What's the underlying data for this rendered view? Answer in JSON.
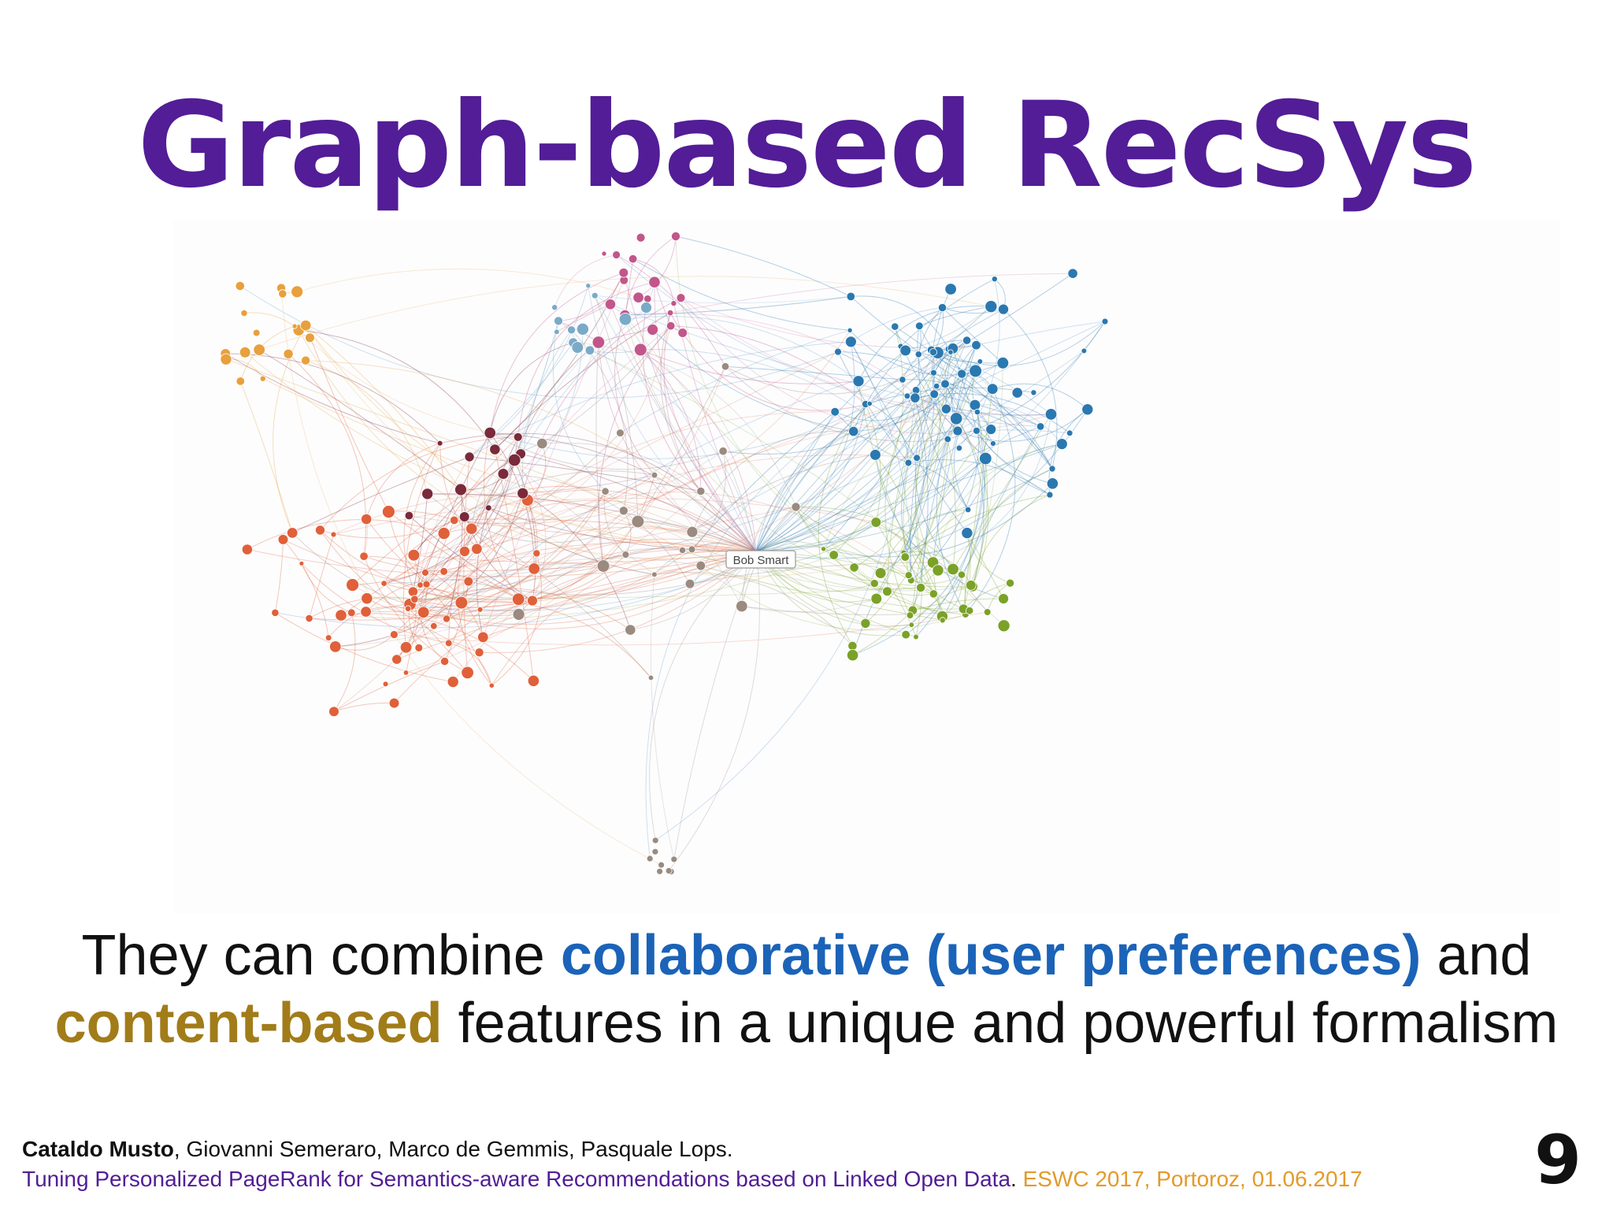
{
  "slide": {
    "title": "Graph-based RecSys",
    "graph_label": "Bob Smart",
    "caption": {
      "part1": "They can combine ",
      "collaborative": "collaborative (user preferences)",
      "part2": " and",
      "content_based": "content-based",
      "part3": " features in a unique and powerful formalism"
    },
    "footer": {
      "lead_author": "Cataldo Musto",
      "other_authors": ", Giovanni Semeraro, Marco de Gemmis, Pasquale Lops.",
      "paper_title": "Tuning Personalized PageRank for Semantics-aware Recommendations based on Linked Open Data",
      "separator": ". ",
      "venue": "ESWC 2017, Portoroz, 01.06.2017"
    },
    "page_number": "9"
  },
  "colors": {
    "title": "#521d96",
    "collaborative": "#1b63b8",
    "content_based": "#a17c19",
    "venue": "#e39a2b",
    "clusters": {
      "orange": "#e8a03c",
      "red": "#e0603a",
      "maroon": "#7a2a3a",
      "pink": "#c2568a",
      "lightblue": "#7aaac8",
      "blue": "#2a78b0",
      "green": "#7aa228",
      "gray": "#9a8a80"
    }
  }
}
